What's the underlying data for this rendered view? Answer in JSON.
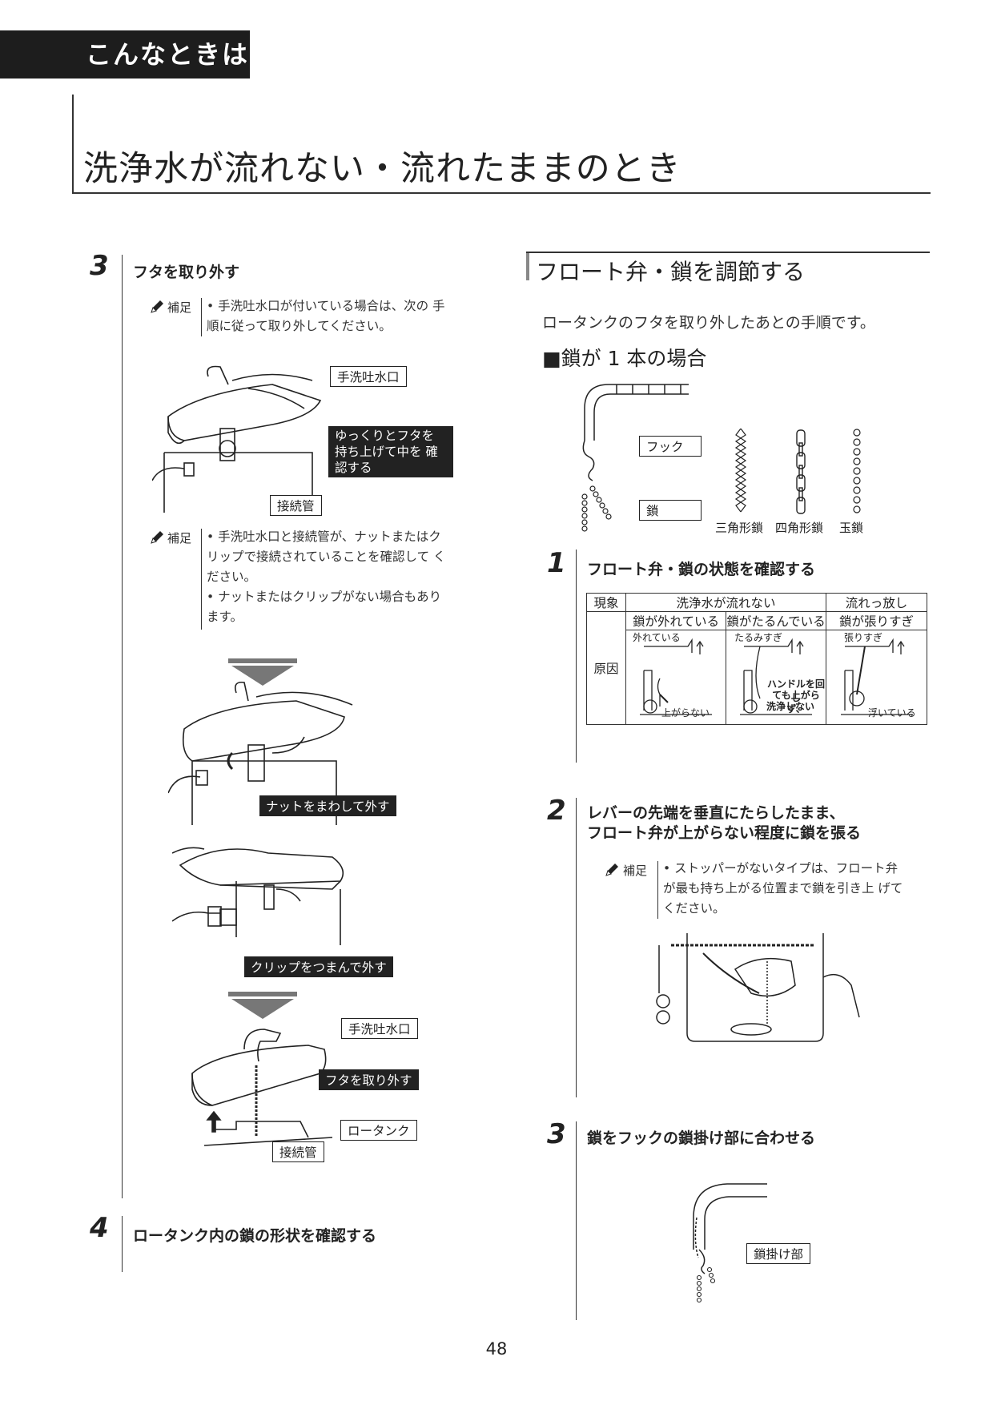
{
  "section_tab": "こんなときは",
  "page_title": "洗浄水が流れない・流れたままのとき",
  "left": {
    "step3": {
      "number": "3",
      "title": "フタを取り外す",
      "note1_label": "補足",
      "note1_text": "• 手洗吐水口が付いている場合は、次の 手順に従って取り外してください。",
      "callout_faucet": "手洗吐水口",
      "callout_lift": "ゆっくりとフタを 持ち上げて中を 確認する",
      "callout_pipe": "接続管",
      "note2_label": "補足",
      "note2_items": [
        "• 手洗吐水口と接続管が、ナットまたはク リップで接続されていることを確認して ください。",
        "• ナットまたはクリップがない場合もあり ます。"
      ],
      "callout_nut": "ナットをまわして外す",
      "callout_clip": "クリップをつまんで外す",
      "callout_faucet2": "手洗吐水口",
      "callout_remove_lid": "フタを取り外す",
      "callout_tank": "ロータンク",
      "callout_pipe2": "接続管"
    },
    "step4": {
      "number": "4",
      "title": "ロータンク内の鎖の形状を確認する"
    }
  },
  "right": {
    "header": "フロート弁・鎖を調節する",
    "intro": "ロータンクのフタを取り外したあとの手順です。",
    "single_chain_heading": "■鎖が 1 本の場合",
    "callout_hook": "フック",
    "callout_chain": "鎖",
    "chain_types": [
      "三角形鎖",
      "四角形鎖",
      "玉鎖"
    ],
    "step1": {
      "number": "1",
      "title": "フロート弁・鎖の状態を確認する",
      "table": {
        "phenomenon_label": "現象",
        "no_flow": "洗浄水が流れない",
        "keeps_flowing": "流れっ放し",
        "cases": [
          "鎖が外れている",
          "鎖がたるんでいる",
          "鎖が張りすぎ"
        ],
        "cause_label": "原因",
        "labels_a": [
          "外れている",
          "上がらない"
        ],
        "labels_b": [
          "たるみすぎ",
          "ハンドルを回し",
          "ても上がらず、",
          "洗浄しない"
        ],
        "labels_c": [
          "張りすぎ",
          "浮いている"
        ]
      }
    },
    "step2": {
      "number": "2",
      "title_line1": "レバーの先端を垂直にたらしたまま、",
      "title_line2": "フロート弁が上がらない程度に鎖を張る",
      "note_label": "補足",
      "note_text": "• ストッパーがないタイプは、フロート弁 が最も持ち上がる位置まで鎖を引き上 げてください。"
    },
    "step3": {
      "number": "3",
      "title": "鎖をフックの鎖掛け部に合わせる",
      "callout": "鎖掛け部"
    }
  },
  "page_number": "48"
}
